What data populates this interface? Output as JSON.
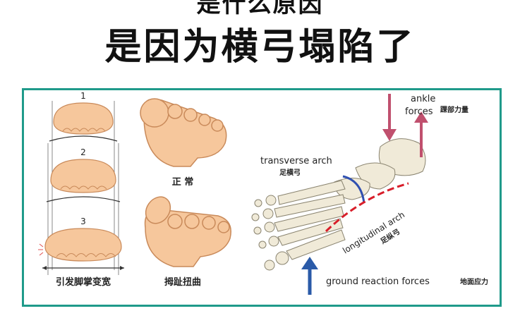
{
  "title_partial": "是什么原因",
  "headline": "是因为横弓塌陷了",
  "left_panel": {
    "step_labels": [
      "1",
      "2",
      "3"
    ],
    "caption": "引发脚掌变宽"
  },
  "middle_panel": {
    "normal_caption": "正 常",
    "twisted_caption": "拇趾扭曲"
  },
  "right_panel": {
    "ankle_label_line1": "ankle",
    "ankle_label_line2": "forces",
    "ankle_cn": "踝部力量",
    "transverse_label": "transverse arch",
    "transverse_cn": "足横弓",
    "longitudinal_label": "longitudinal arch",
    "longitudinal_cn": "足纵弓",
    "ground_label": "ground reaction forces",
    "ground_cn": "地面应力"
  },
  "colors": {
    "frame": "#1f9a8a",
    "skin": "#f6c79c",
    "skin_outline": "#c98a5a",
    "ankle_arrow": "#c0506e",
    "ground_arrow": "#2a5aa8",
    "transverse_line": "#3050b0",
    "longitudinal_line": "#d81e2a"
  }
}
